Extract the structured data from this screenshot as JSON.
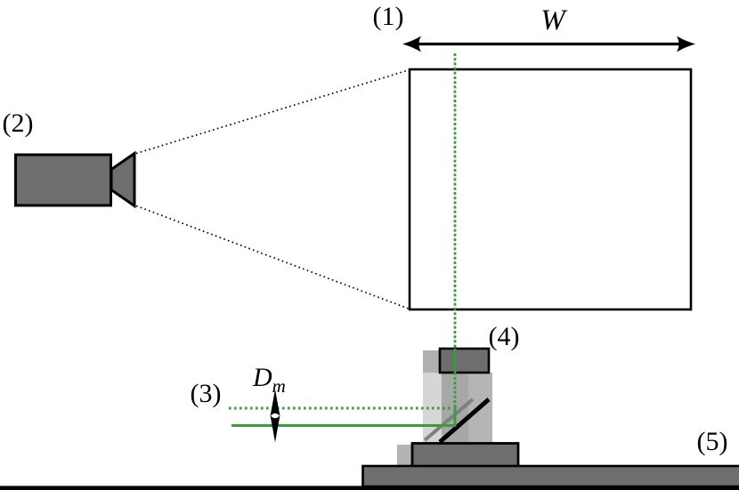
{
  "labels": {
    "marker1": "(1)",
    "marker2": "(2)",
    "marker3": "(3)",
    "marker4": "(4)",
    "marker5": "(5)",
    "width_symbol": "W",
    "displacement_symbol": "D",
    "displacement_subscript": "m"
  },
  "colors": {
    "beam_green": "#3a9d3a",
    "hardware_gray": "#6e6e6e",
    "mirror_black": "#000000",
    "mirror_ghost_gray": "#7f7f7f",
    "mount_top_gray": "#b0b0b0",
    "mount_left_light": "#d6d6d6",
    "mount_mid_gray": "#a7a7a7",
    "mount_right_gray": "#b5b5b5",
    "base_light_gray": "#b3b3b3",
    "outline_black": "#000000"
  }
}
